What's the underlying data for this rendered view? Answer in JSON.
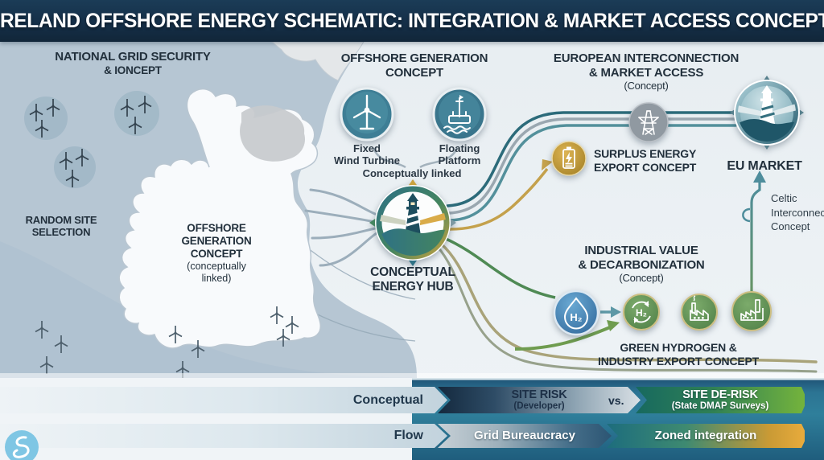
{
  "title": "IRELAND OFFSHORE ENERGY SCHEMATIC: INTEGRATION & MARKET ACCESS CONCEPT",
  "colors": {
    "header_bg": "#152f48",
    "sea": "#b6c6d3",
    "land": "#f8fafc",
    "northern_ireland": "#c7cacd",
    "band_teal": "#2c7493",
    "accent_teal": "#2e7185",
    "accent_green": "#4e8f56",
    "accent_gold": "#c9a23f",
    "accent_blue": "#3b7ab5",
    "logo_blue": "#7fc6e4"
  },
  "map": {
    "national_grid": {
      "line1": "NATIONAL GRID SECURITY",
      "line2": "& IONCEPT"
    },
    "random_site": {
      "line1": "RANDOM SITE",
      "line2": "SELECTION"
    },
    "offshore_label": {
      "line1": "OFFSHORE",
      "line2": "GENERATION",
      "line3": "CONCEPT",
      "line4": "(conceptually",
      "line5": "linked)"
    }
  },
  "generation": {
    "title_line1": "OFFSHORE GENERATION",
    "title_line2": "CONCEPT",
    "fixed": {
      "line1": "Fixed",
      "line2": "Wind Turbine"
    },
    "floating": {
      "line1": "Floating",
      "line2": "Platform"
    },
    "linked": "Conceptually linked"
  },
  "hub": {
    "line1": "CONCEPTUAL",
    "line2": "ENERGY HUB"
  },
  "europe": {
    "line1": "EUROPEAN INTERCONNECTION",
    "line2": "& MARKET ACCESS",
    "concept": "(Concept)"
  },
  "surplus": {
    "line1": "SURPLUS ENERGY",
    "line2": "EXPORT CONCEPT"
  },
  "eu_market": {
    "label": "EU MARKET"
  },
  "celtic": {
    "line1": "Celtic",
    "line2": "Interconnector",
    "line3": "Concept"
  },
  "industrial": {
    "line1": "INDUSTRIAL VALUE",
    "line2": "& DECARBONIZATION",
    "concept": "(Concept)"
  },
  "hydrogen": {
    "h2": "H₂"
  },
  "green_export": {
    "line1": "GREEN HYDROGEN &",
    "line2": "INDUSTRY EXPORT CONCEPT"
  },
  "legend": {
    "row1": {
      "label": "Conceptual",
      "seg1_title": "SITE RISK",
      "seg1_sub": "(Developer)",
      "vs": "vs.",
      "seg2_title": "SITE DE-RISK",
      "seg2_sub": "(State DMAP Surveys)"
    },
    "row2": {
      "label": "Flow",
      "seg1": "Grid Bureaucracy",
      "seg2": "Zoned integration"
    }
  },
  "icons": [
    "wind-turbine-icon",
    "floating-platform-icon",
    "lighthouse-icon",
    "transmission-tower-icon",
    "battery-icon",
    "hydrogen-droplet-icon",
    "hydrogen-recycle-icon",
    "factory-icon",
    "industrial-plant-icon",
    "compass-icon",
    "logo-swirl-icon"
  ]
}
